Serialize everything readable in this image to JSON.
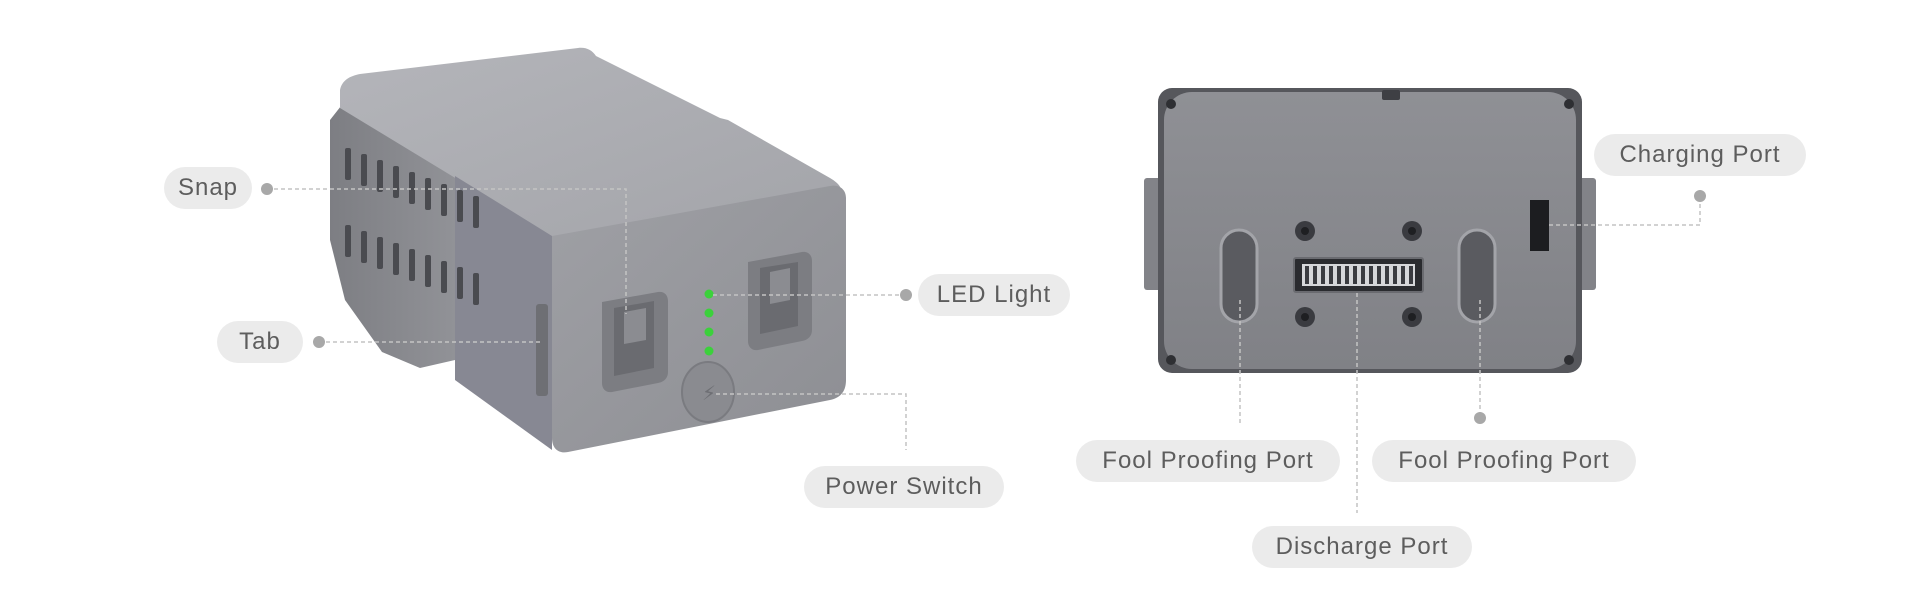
{
  "labels": {
    "snap": "Snap",
    "tab": "Tab",
    "led_light": "LED Light",
    "power_switch": "Power Switch",
    "charging_port": "Charging Port",
    "fool_proofing_port_left": "Fool Proofing Port",
    "fool_proofing_port_right": "Fool Proofing Port",
    "discharge_port": "Discharge Port"
  },
  "colors": {
    "pill_background": "#ebebeb",
    "pill_text": "#5d5d5d",
    "leader_line": "#c4c4c4",
    "leader_dot": "#a8a8a8",
    "battery_body": "#9a9ba0",
    "battery_top": "#a7a8ad",
    "battery_vents": "#4a4b50",
    "led": "#3bd13b"
  },
  "led_count": 4
}
